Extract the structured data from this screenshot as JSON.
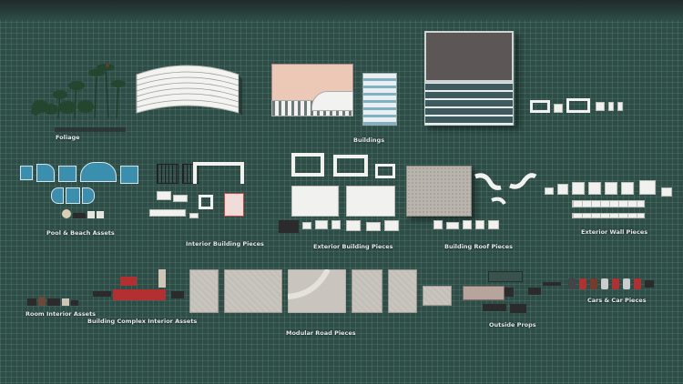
{
  "scene": {
    "background": "#2e4d47",
    "grid_color": "#5a8278"
  },
  "labels": {
    "foliage": "Foliage",
    "buildings": "Buildings",
    "pool_beach": "Pool & Beach Assets",
    "interior_building": "Interior Building Pieces",
    "exterior_building": "Exterior Building Pieces",
    "building_roof": "Building Roof Pieces",
    "exterior_wall": "Exterior Wall Pieces",
    "room_interior": "Room Interior Assets",
    "complex_interior": "Building Complex Interior Assets",
    "modular_road": "Modular Road Pieces",
    "outside_props": "Outside Props",
    "cars": "Cars & Car Pieces"
  },
  "asset_groups": [
    {
      "id": "foliage",
      "icon": "palm-tree-icon"
    },
    {
      "id": "buildings",
      "icon": "building-icon"
    },
    {
      "id": "pool_beach",
      "icon": "pool-icon"
    },
    {
      "id": "interior_building",
      "icon": "wall-icon"
    },
    {
      "id": "exterior_building",
      "icon": "wall-icon"
    },
    {
      "id": "building_roof",
      "icon": "roof-icon"
    },
    {
      "id": "exterior_wall",
      "icon": "wall-icon"
    },
    {
      "id": "room_interior",
      "icon": "furniture-icon"
    },
    {
      "id": "complex_interior",
      "icon": "furniture-icon"
    },
    {
      "id": "modular_road",
      "icon": "road-icon"
    },
    {
      "id": "outside_props",
      "icon": "prop-icon"
    },
    {
      "id": "cars",
      "icon": "car-icon"
    }
  ]
}
